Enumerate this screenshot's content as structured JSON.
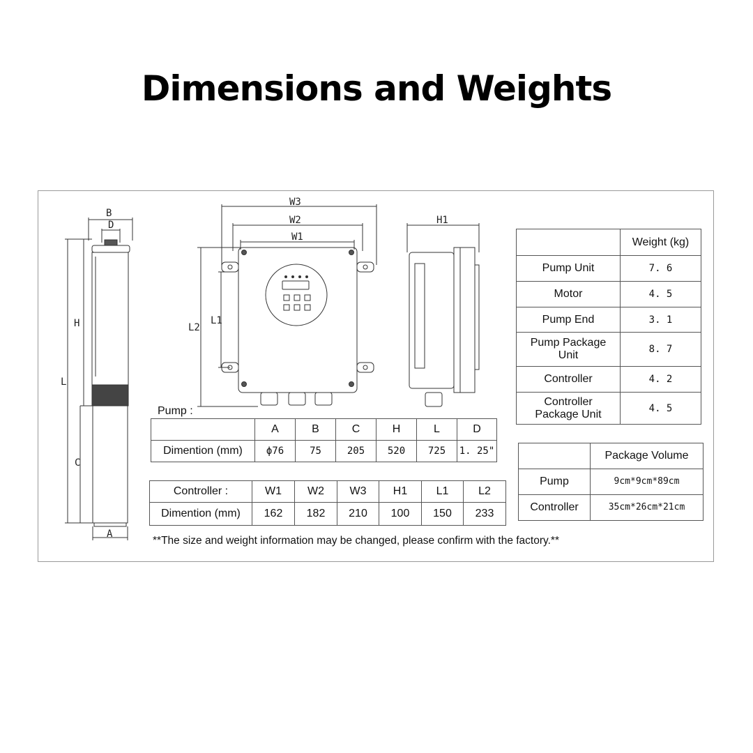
{
  "title": "Dimensions and Weights",
  "drawing_labels": {
    "B": "B",
    "D": "D",
    "H": "H",
    "L": "L",
    "C": "C",
    "A": "A",
    "W1": "W1",
    "W2": "W2",
    "W3": "W3",
    "L1": "L1",
    "L2": "L2",
    "H1": "H1"
  },
  "pump_table": {
    "caption": "Pump :",
    "headers": [
      "",
      "A",
      "B",
      "C",
      "H",
      "L",
      "D"
    ],
    "row": [
      "Dimention (mm)",
      "ϕ76",
      "75",
      "205",
      "520",
      "725",
      "1. 25\""
    ]
  },
  "controller_table": {
    "headers": [
      "Controller :",
      "W1",
      "W2",
      "W3",
      "H1",
      "L1",
      "L2"
    ],
    "row": [
      "Dimention (mm)",
      "162",
      "182",
      "210",
      "100",
      "150",
      "233"
    ]
  },
  "weight_table": {
    "header": "Weight (kg)",
    "rows": [
      {
        "label": "Pump Unit",
        "value": "7. 6"
      },
      {
        "label": "Motor",
        "value": "4. 5"
      },
      {
        "label": "Pump End",
        "value": "3. 1"
      },
      {
        "label": "Pump Package Unit",
        "value": "8. 7"
      },
      {
        "label": "Controller",
        "value": "4. 2"
      },
      {
        "label": "Controller Package Unit",
        "value": "4. 5"
      }
    ]
  },
  "volume_table": {
    "header": "Package Volume",
    "rows": [
      {
        "label": "Pump",
        "value": "9cm*9cm*89cm"
      },
      {
        "label": "Controller",
        "value": "35cm*26cm*21cm"
      }
    ]
  },
  "note": "**The size and weight information may be changed, please confirm with the factory.**"
}
